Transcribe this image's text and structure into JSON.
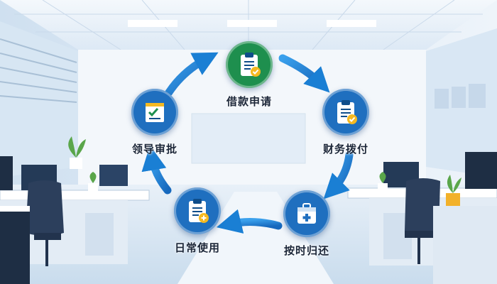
{
  "steps": [
    {
      "label": "借款申请",
      "icon": "clipboard-check-icon"
    },
    {
      "label": "财务拨付",
      "icon": "clipboard-check-icon"
    },
    {
      "label": "按时归还",
      "icon": "briefcase-plus-icon"
    },
    {
      "label": "日常使用",
      "icon": "clipboard-plus-icon"
    },
    {
      "label": "领导审批",
      "icon": "checklist-icon"
    }
  ],
  "colors": {
    "green": "#1e8f4e",
    "blue": "#1f6fbf",
    "arrow": "#1a7fd4",
    "check": "#f5b921"
  }
}
